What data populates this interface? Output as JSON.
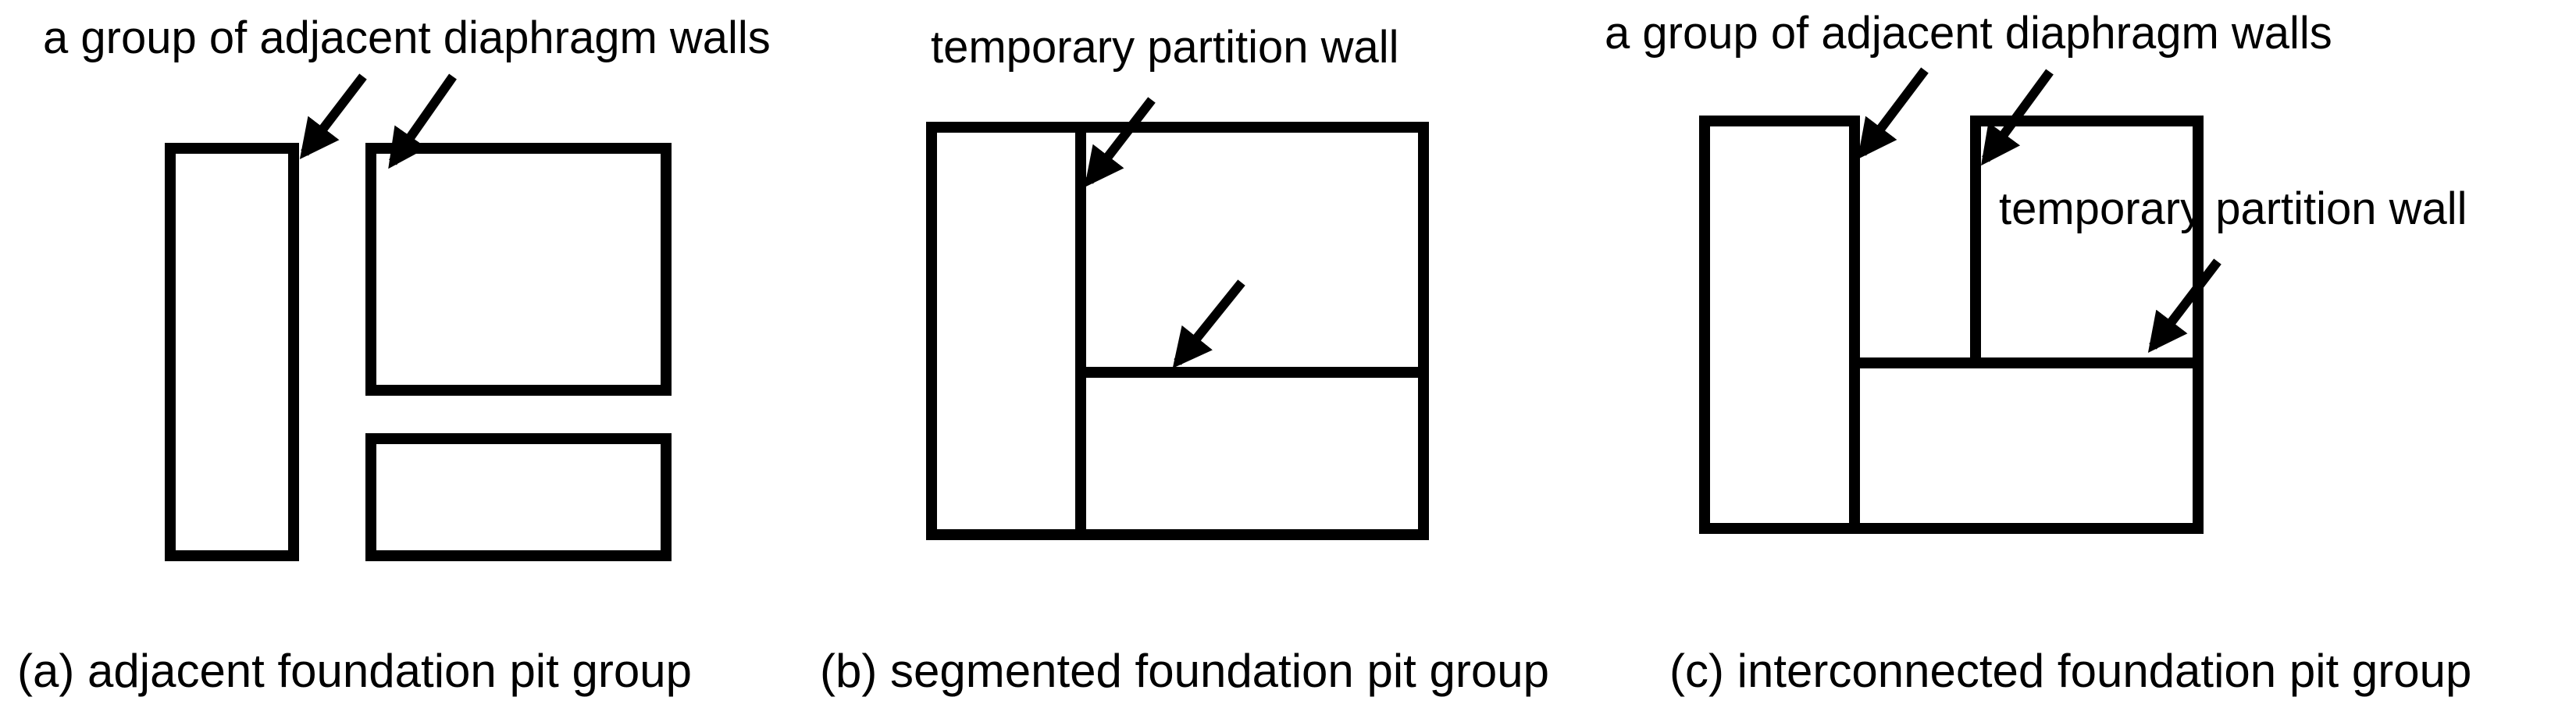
{
  "panels": [
    {
      "id": "a",
      "labels": [
        "a group of adjacent diaphragm walls"
      ],
      "caption": "(a) adjacent foundation pit group"
    },
    {
      "id": "b",
      "labels": [
        "temporary partition wall"
      ],
      "caption": "(b) segmented foundation pit group"
    },
    {
      "id": "c",
      "labels": [
        "a group of adjacent diaphragm walls",
        "temporary partition wall"
      ],
      "caption": "(c) interconnected foundation pit group"
    }
  ]
}
